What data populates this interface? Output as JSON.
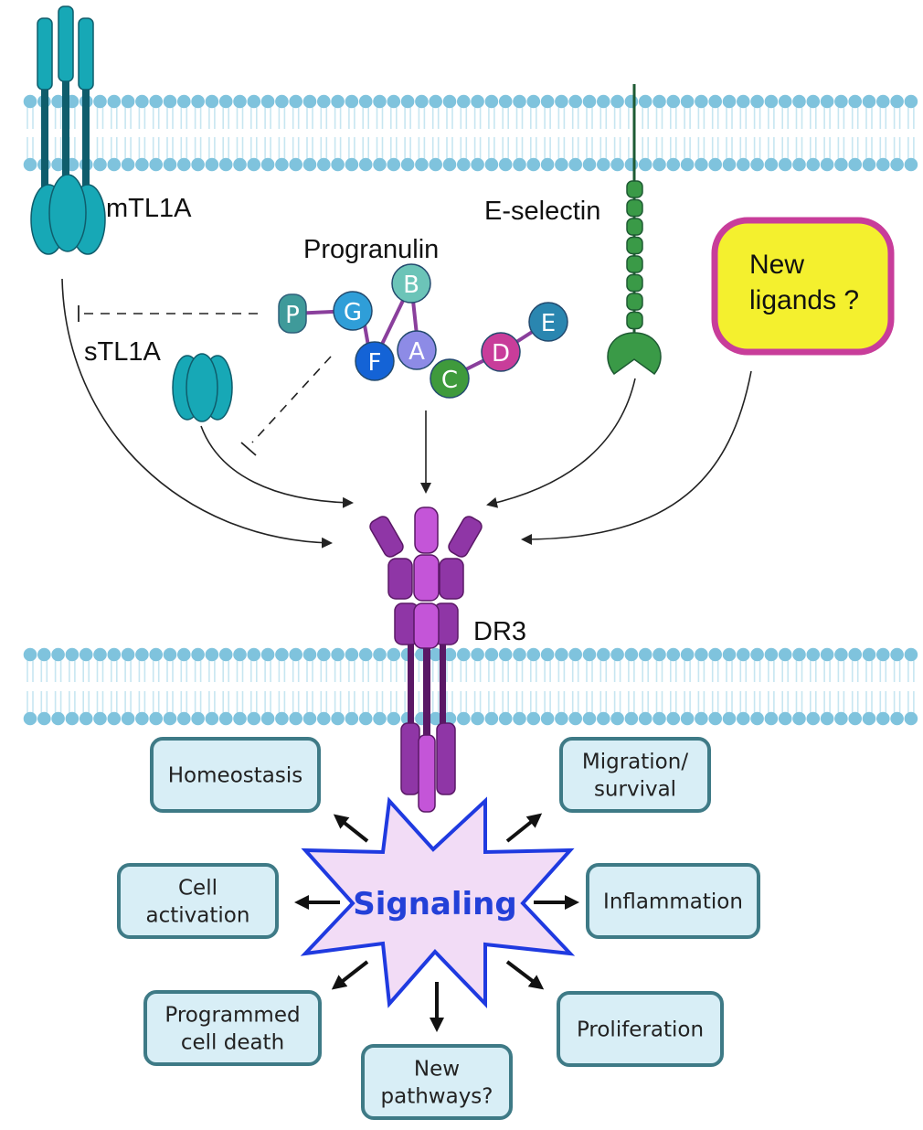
{
  "title": "DR3 ligands and signaling outcomes",
  "labels": {
    "mtl1a": "mTL1A",
    "stl1a": "sTL1A",
    "progranulin": "Progranulin",
    "eselectin": "E-selectin",
    "dr3": "DR3",
    "new_ligands_line1": "New",
    "new_ligands_line2": "ligands ?",
    "signaling": "Signaling"
  },
  "progranulin_domains": [
    {
      "letter": "P",
      "color": "#3f9a9a"
    },
    {
      "letter": "G",
      "color": "#2f9ed8"
    },
    {
      "letter": "B",
      "color": "#6cc4b8"
    },
    {
      "letter": "F",
      "color": "#1463d6"
    },
    {
      "letter": "A",
      "color": "#8d8be6"
    },
    {
      "letter": "C",
      "color": "#3f9a3c"
    },
    {
      "letter": "D",
      "color": "#c83d9a"
    },
    {
      "letter": "E",
      "color": "#2a86b0"
    }
  ],
  "outcomes": [
    {
      "id": "homeostasis",
      "lines": [
        "Homeostasis"
      ]
    },
    {
      "id": "migration",
      "lines": [
        "Migration/",
        "survival"
      ]
    },
    {
      "id": "cell-activation",
      "lines": [
        "Cell",
        "activation"
      ]
    },
    {
      "id": "inflammation",
      "lines": [
        "Inflammation"
      ]
    },
    {
      "id": "programmed-cell-death",
      "lines": [
        "Programmed",
        "cell death"
      ]
    },
    {
      "id": "proliferation",
      "lines": [
        "Proliferation"
      ]
    },
    {
      "id": "new-pathways",
      "lines": [
        "New",
        "pathways?"
      ]
    }
  ],
  "colors": {
    "membrane": "#7fc3dd",
    "membrane_tail": "#c7e6f1",
    "tl1a": "#17a8b6",
    "tl1a_dark": "#0f5d6c",
    "dr3": "#8f36a6",
    "dr3_light": "#c455d8",
    "dr3_dark": "#5a1866",
    "eselectin": "#3a9a47",
    "eselectin_dark": "#1e5a33",
    "box_fill": "#d8eef6",
    "box_stroke": "#3e7a86",
    "star_fill": "#f2dcf6",
    "star_stroke": "#1f3ae0",
    "signal_text": "#2340d8",
    "ligand_box_fill": "#f4f02e",
    "ligand_box_stroke": "#c83d9a"
  }
}
